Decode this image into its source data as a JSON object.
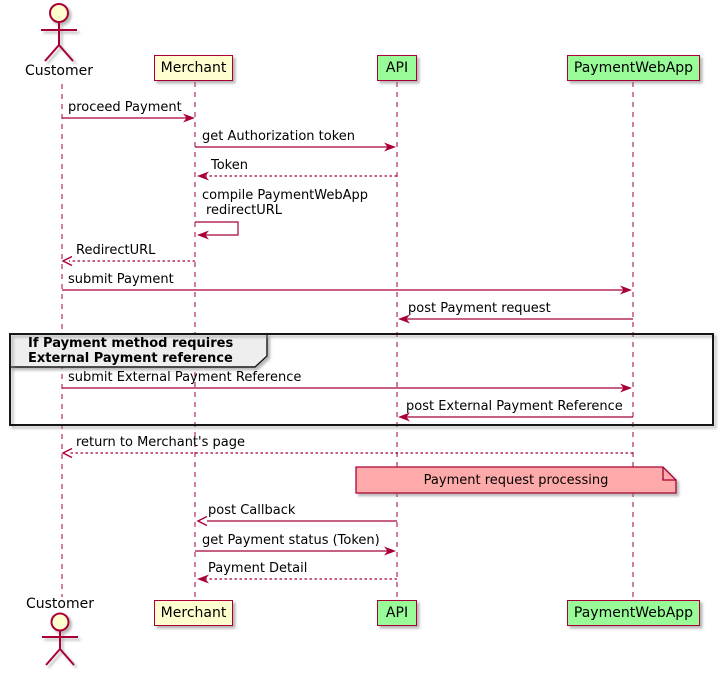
{
  "actor": {
    "top_label": "Customer",
    "bottom_label": "Customer"
  },
  "participants": {
    "merchant": "Merchant",
    "api": "API",
    "payment_web_app": "PaymentWebApp"
  },
  "messages": {
    "proceed_payment": "proceed Payment",
    "get_auth_token": "get Authorization token",
    "token": "Token",
    "compile_line1": "compile PaymentWebApp",
    "compile_line2": "redirectURL",
    "redirect_url": "RedirectURL",
    "submit_payment": "submit Payment",
    "post_payment_request": "post Payment request",
    "submit_external_reference": "submit External Payment Reference",
    "post_external_reference": "post External Payment Reference",
    "return_merchant_page": "return to Merchant's page",
    "post_callback": "post Callback",
    "get_payment_status": "get Payment status (Token)",
    "payment_detail": "Payment Detail"
  },
  "group": {
    "title_line1": "If Payment method requires",
    "title_line2": "External Payment reference"
  },
  "note": {
    "text": "Payment request processing"
  },
  "colors": {
    "accent": "#A80036",
    "participant_yellow": "#FEFECE",
    "participant_green": "#98FB98",
    "note_pink": "#FFAAAA",
    "group_header_bg": "#EEEEEE"
  }
}
